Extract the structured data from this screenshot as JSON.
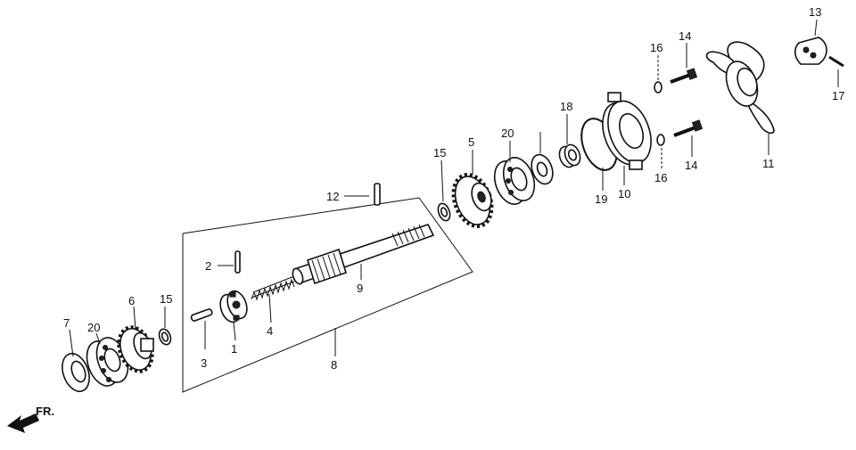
{
  "diagram": {
    "front_label": "FR.",
    "callouts": {
      "p1": "1",
      "p2": "2",
      "p3": "3",
      "p4": "4",
      "p5": "5",
      "p6": "6",
      "p7": "7",
      "p8": "8",
      "p9": "9",
      "p10": "10",
      "p11": "11",
      "p12": "12",
      "p13": "13",
      "p14a": "14",
      "p14b": "14",
      "p15a": "15",
      "p15b": "15",
      "p16a": "16",
      "p16b": "16",
      "p17": "17",
      "p18": "18",
      "p19": "19",
      "p20a": "20",
      "p20b": "20"
    }
  }
}
